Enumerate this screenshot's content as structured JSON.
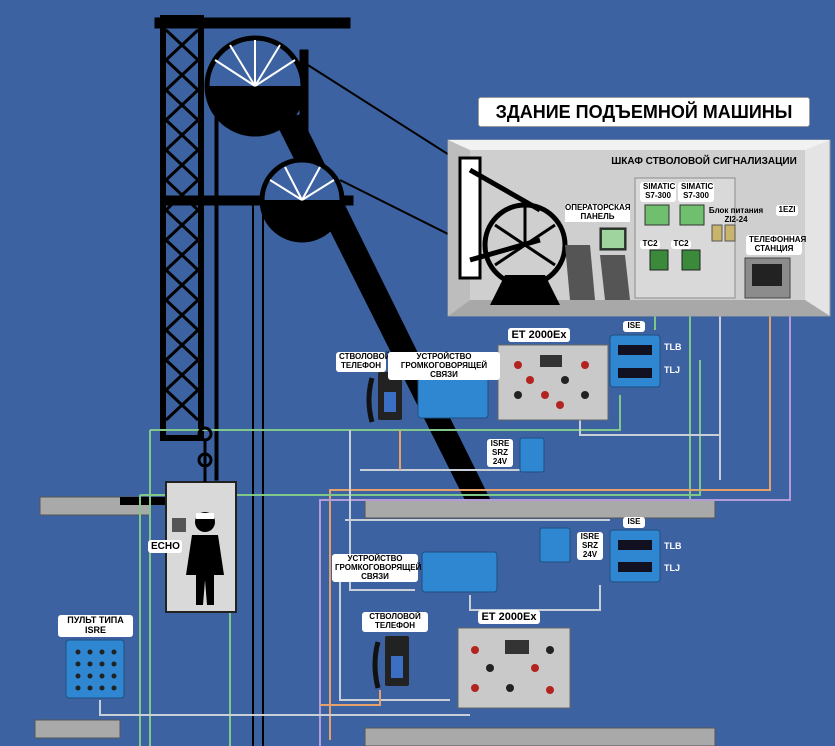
{
  "building": {
    "title": "ЗДАНИЕ ПОДЪЕМНОЙ МАШИНЫ",
    "cabinet_title": "ШКАФ СТВОЛОВОЙ СИГНАЛИЗАЦИИ",
    "operator_panel": "ОПЕРАТОРСКАЯ ПАНЕЛЬ",
    "plc1": "SIMATIC S7-300",
    "plc2": "SIMATIC S7-300",
    "tc1": "TC2",
    "tc2": "TC2",
    "power_supply": "Блок питания ZI2-24",
    "ezi": "1EZI",
    "phone_station": "ТЕЛЕФОННАЯ СТАНЦИЯ"
  },
  "upper_level": {
    "shaft_phone": "СТВОЛОВОЙ ТЕЛЕФОН",
    "loudspeaker": "УСТРОЙСТВО ГРОМКОГОВОРЯЩЕЙ СВЯЗИ",
    "et2000": "ET 2000Ex",
    "ise": "ISE",
    "tlb": "TLB",
    "tlj": "TLJ",
    "isre_srz": "ISRE SRZ 24V"
  },
  "lower_level": {
    "shaft_phone": "СТВОЛОВОЙ ТЕЛЕФОН",
    "loudspeaker": "УСТРОЙСТВО ГРОМКОГОВОРЯЩЕЙ СВЯЗИ",
    "et2000": "ET 2000Ex",
    "ise": "ISE",
    "tlb": "TLB",
    "tlj": "TLJ",
    "isre_srz": "ISRE SRZ 24V"
  },
  "cage": {
    "echo": "ECHO"
  },
  "console": {
    "label": "ПУЛЬТ ТИПА ISRE"
  },
  "colors": {
    "background": "#3d62a1",
    "headframe": "#000000",
    "wire_green": "#7fc88a",
    "wire_orange": "#e6a06a",
    "wire_purple": "#b39ad8",
    "wire_grey": "#c9cfd6"
  }
}
